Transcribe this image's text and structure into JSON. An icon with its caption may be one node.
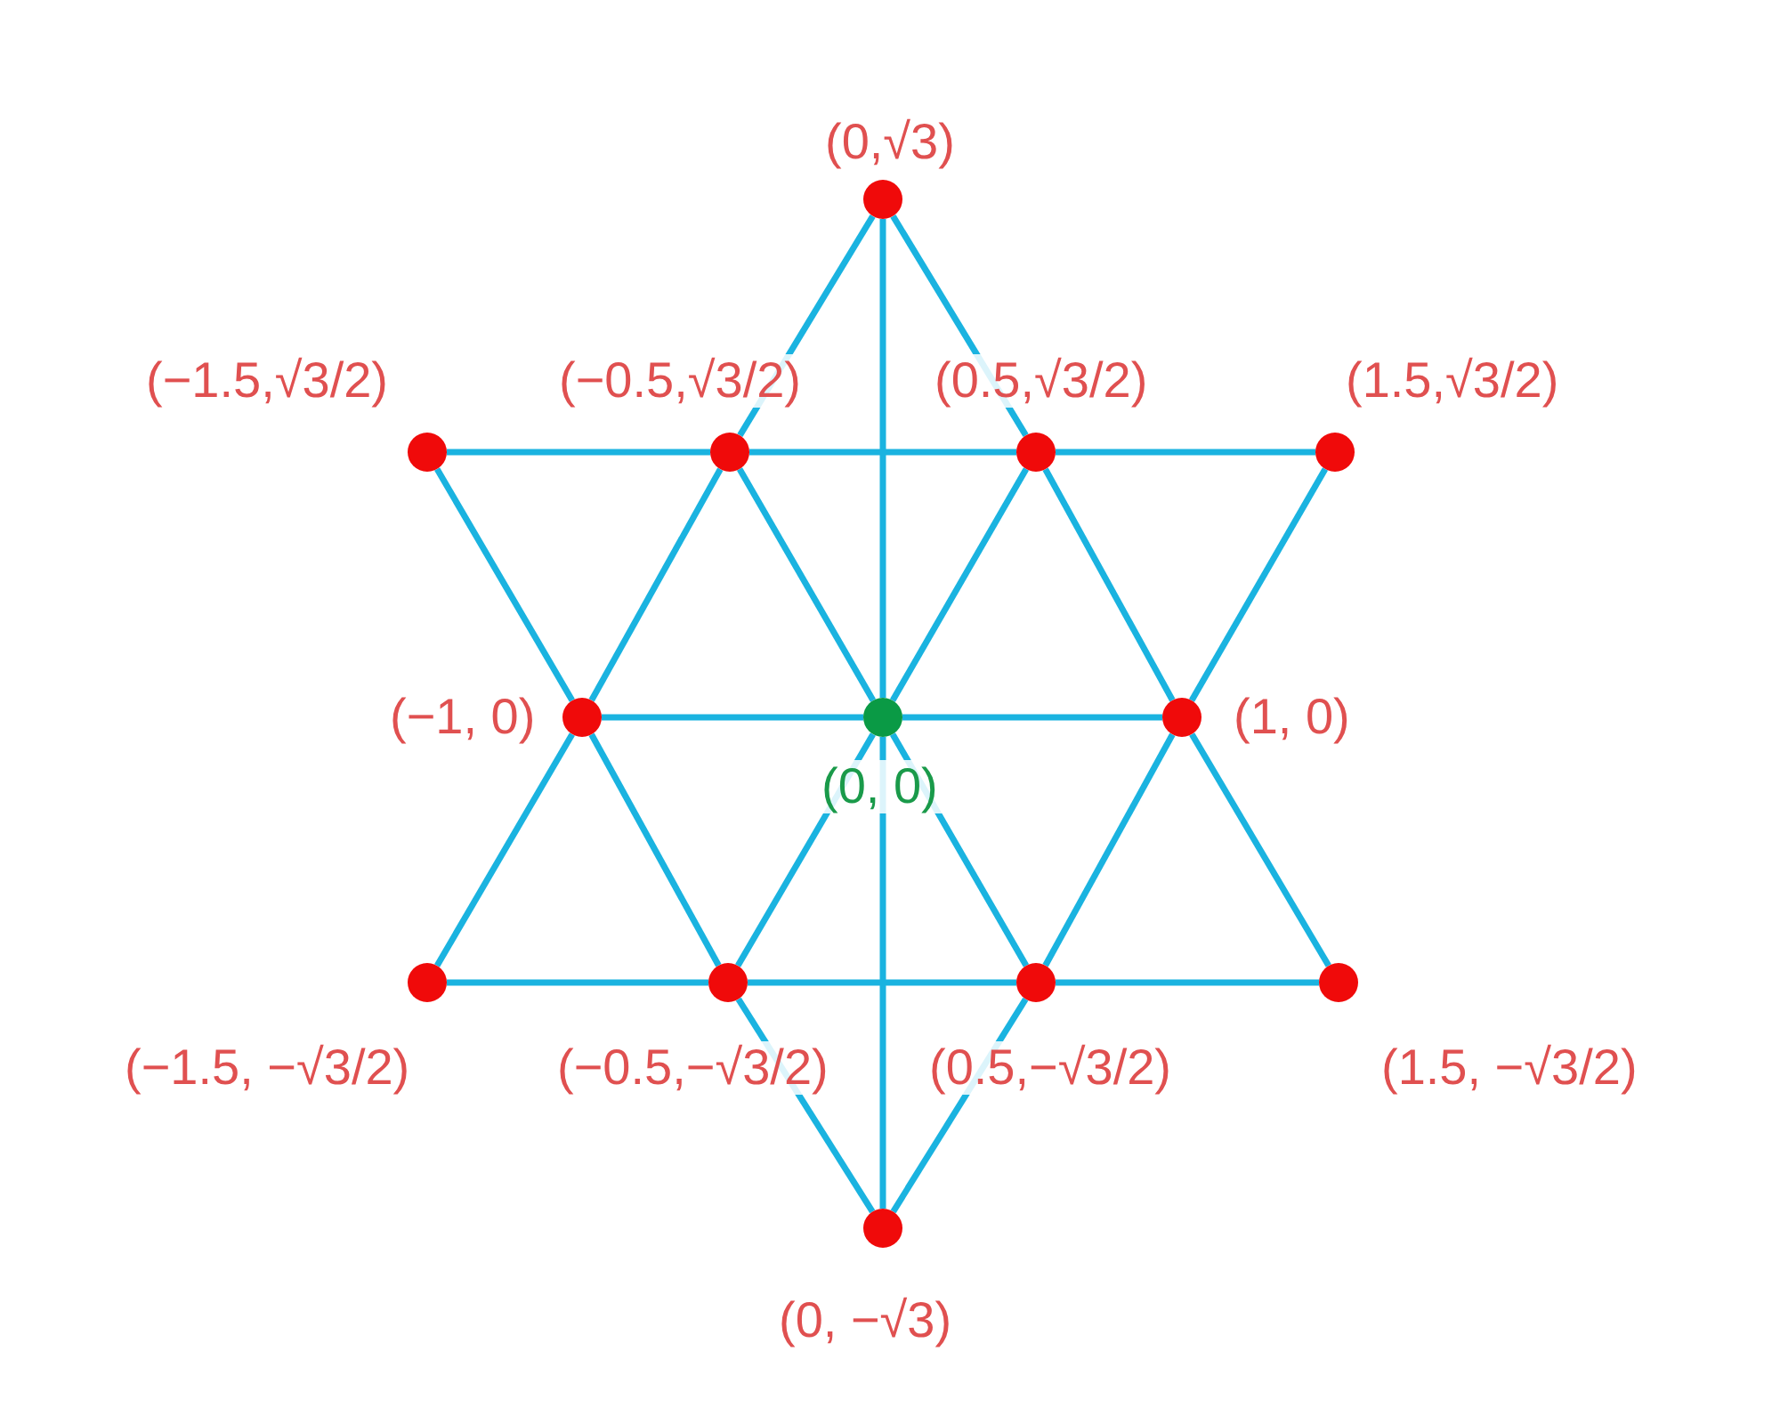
{
  "diagram": {
    "nodes": [
      {
        "text": [],
        "shape": "circle",
        "beside": [
          "(0,√3)"
        ]
      },
      {
        "text": [],
        "shape": "circle",
        "beside": [
          "(−1.5,√3/2)"
        ]
      },
      {
        "text": [],
        "shape": "circle",
        "beside": [
          "(−0.5,√3/2)"
        ]
      },
      {
        "text": [],
        "shape": "circle",
        "beside": [
          "(0.5,√3/2)"
        ]
      },
      {
        "text": [],
        "shape": "circle",
        "beside": [
          "(1.5,√3/2)"
        ]
      },
      {
        "text": [],
        "shape": "circle",
        "beside": [
          "(−1, 0)"
        ]
      },
      {
        "text": [],
        "shape": "circle",
        "beside": [
          "(0, 0)"
        ]
      },
      {
        "text": [],
        "shape": "circle",
        "beside": [
          "(1, 0)"
        ]
      },
      {
        "text": [],
        "shape": "circle",
        "beside": [
          "(−1.5, −√3/2)"
        ]
      },
      {
        "text": [],
        "shape": "circle",
        "beside": [
          "(−0.5,−√3/2)"
        ]
      },
      {
        "text": [],
        "shape": "circle",
        "beside": [
          "(0.5,−√3/2)"
        ]
      },
      {
        "text": [],
        "shape": "circle",
        "beside": [
          "(1.5, −√3/2)"
        ]
      },
      {
        "text": [],
        "shape": "circle",
        "beside": [
          "(0, −√3)"
        ]
      }
    ],
    "edges": [
      {
        "from": 1,
        "to": 2,
        "arrow": "none"
      },
      {
        "from": 2,
        "to": 3,
        "arrow": "none"
      },
      {
        "from": 3,
        "to": 4,
        "arrow": "none"
      },
      {
        "from": 5,
        "to": 6,
        "arrow": "none"
      },
      {
        "from": 6,
        "to": 7,
        "arrow": "none"
      },
      {
        "from": 8,
        "to": 9,
        "arrow": "none"
      },
      {
        "from": 9,
        "to": 10,
        "arrow": "none"
      },
      {
        "from": 10,
        "to": 11,
        "arrow": "none"
      },
      {
        "from": 0,
        "to": 6,
        "arrow": "none"
      },
      {
        "from": 6,
        "to": 12,
        "arrow": "none"
      },
      {
        "from": 0,
        "to": 2,
        "arrow": "none"
      },
      {
        "from": 2,
        "to": 5,
        "arrow": "none"
      },
      {
        "from": 5,
        "to": 8,
        "arrow": "none"
      },
      {
        "from": 0,
        "to": 3,
        "arrow": "none"
      },
      {
        "from": 3,
        "to": 7,
        "arrow": "none"
      },
      {
        "from": 7,
        "to": 11,
        "arrow": "none"
      },
      {
        "from": 12,
        "to": 9,
        "arrow": "none"
      },
      {
        "from": 9,
        "to": 5,
        "arrow": "none"
      },
      {
        "from": 5,
        "to": 1,
        "arrow": "none"
      },
      {
        "from": 12,
        "to": 10,
        "arrow": "none"
      },
      {
        "from": 10,
        "to": 7,
        "arrow": "none"
      },
      {
        "from": 7,
        "to": 4,
        "arrow": "none"
      },
      {
        "from": 2,
        "to": 6,
        "arrow": "none"
      },
      {
        "from": 6,
        "to": 10,
        "arrow": "none"
      },
      {
        "from": 3,
        "to": 6,
        "arrow": "none"
      },
      {
        "from": 6,
        "to": 9,
        "arrow": "none"
      }
    ]
  }
}
